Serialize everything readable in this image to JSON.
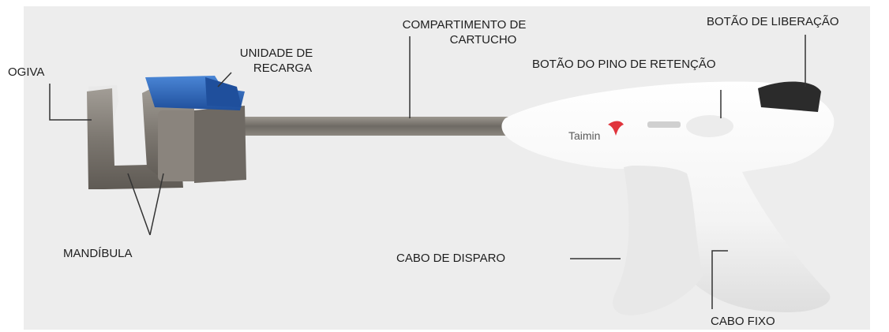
{
  "labels": {
    "ogiva": "OGIVA",
    "unidade_recarga": [
      "UNIDADE DE",
      "RECARGA"
    ],
    "compartimento_cartucho": [
      "COMPARTIMENTO DE",
      "CARTUCHO"
    ],
    "botao_liberacao": "BOTÃO DE LIBERAÇÃO",
    "botao_pino_retencao": "BOTÃO DO PINO DE RETENÇÃO",
    "mandibula": "MANDÍBULA",
    "cabo_disparo": "CABO DE DISPARO",
    "cabo_fixo": "CABO FIXO"
  },
  "brand": {
    "name": "Taimin",
    "logo_color": "#e0343c"
  },
  "colors": {
    "background": "#eeeeee",
    "body_white": "#f7f7f7",
    "metal_gray": "#7f7a74",
    "blue_cartridge": "#2f6fc4",
    "leader_line": "#333333"
  }
}
